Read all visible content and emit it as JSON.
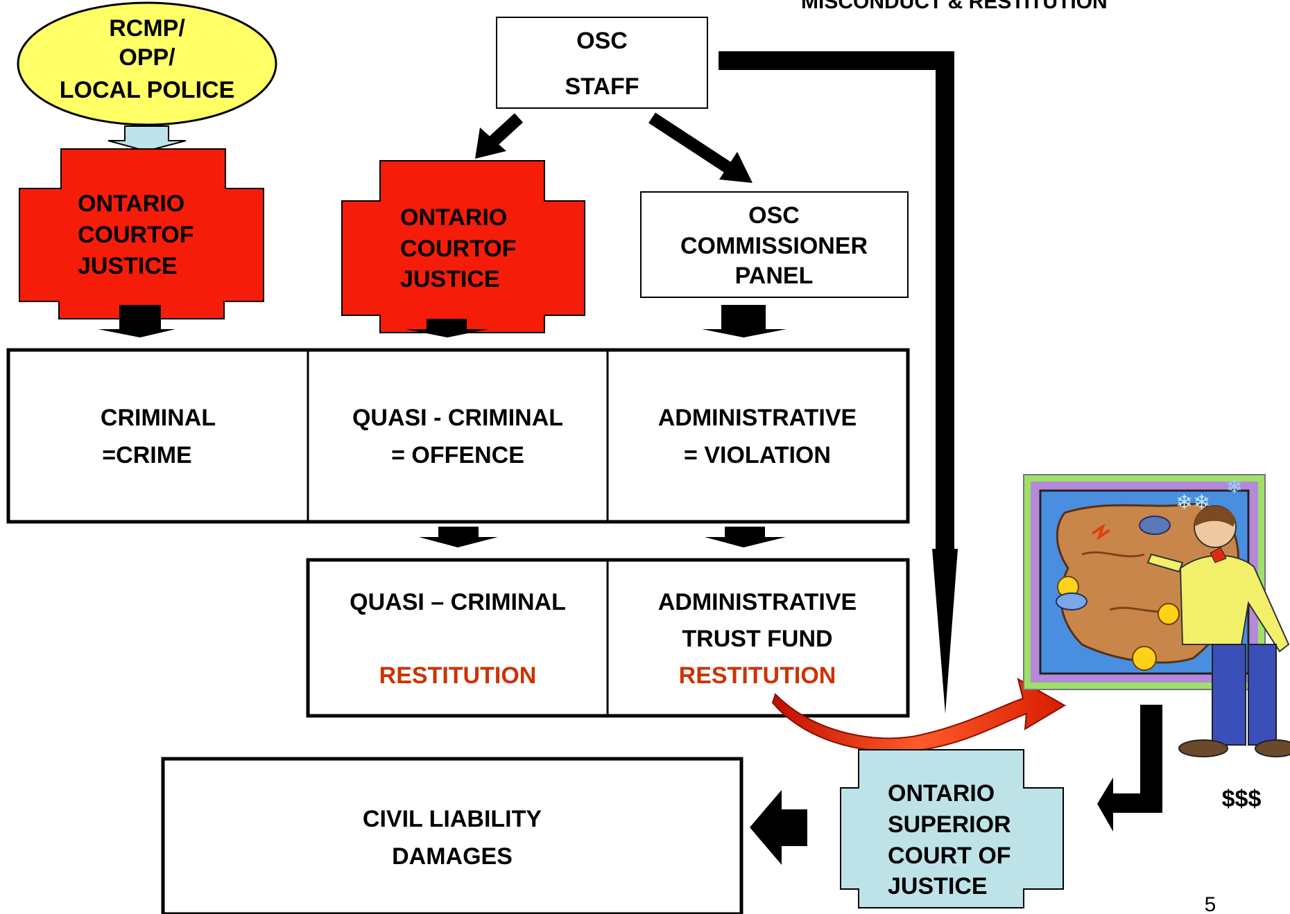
{
  "header": {
    "title": "MISCONDUCT & RESTITUTION"
  },
  "police": {
    "lines": [
      "RCMP/",
      "OPP/",
      "LOCAL POLICE"
    ]
  },
  "osc_staff": {
    "lines": [
      "OSC",
      "STAFF"
    ]
  },
  "court_left": {
    "lines": [
      "ONTARIO",
      "COURTOF",
      "JUSTICE"
    ]
  },
  "court_middle": {
    "lines": [
      "ONTARIO",
      "COURTOF",
      "JUSTICE"
    ]
  },
  "commissioner": {
    "lines": [
      "OSC",
      "COMMISSIONER",
      "PANEL"
    ]
  },
  "categories": [
    {
      "name": "CRIMINAL",
      "value": "=CRIME"
    },
    {
      "name": "QUASI - CRIMINAL",
      "value": "= OFFENCE"
    },
    {
      "name": "ADMINISTRATIVE",
      "value": "= VIOLATION"
    }
  ],
  "restitution": [
    {
      "line1": "QUASI – CRIMINAL",
      "line2": "",
      "highlight": "RESTITUTION"
    },
    {
      "line1": "ADMINISTRATIVE",
      "line2": "TRUST FUND",
      "highlight": "RESTITUTION"
    }
  ],
  "civil": {
    "lines": [
      "CIVIL LIABILITY",
      "DAMAGES"
    ]
  },
  "superior": {
    "lines": [
      "ONTARIO",
      "SUPERIOR",
      "COURT OF",
      "JUSTICE"
    ]
  },
  "money": "$$$",
  "page_number": "5",
  "colors": {
    "court_red": "#f51d0a",
    "police_yellow": "#ffff66",
    "superior_blue": "#bde3e8",
    "restitution_text": "#cc3300",
    "black": "#000000"
  }
}
